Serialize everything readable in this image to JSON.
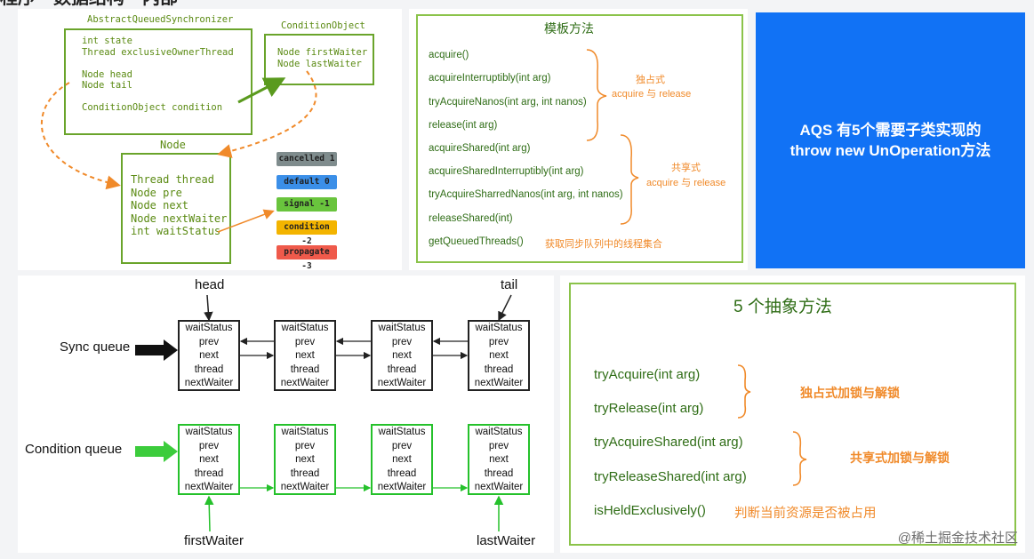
{
  "page_heading": "程序—数据结构—内部",
  "class_diagram": {
    "aqs": {
      "title": "AbstractQueuedSynchronizer",
      "fields": "int state\nThread exclusiveOwnerThread\n\nNode head\nNode tail\n\nConditionObject condition"
    },
    "condition_object": {
      "title": "ConditionObject",
      "fields": "Node firstWaiter\nNode lastWaiter"
    },
    "node": {
      "title": "Node",
      "fields": "Thread thread\nNode pre\nNode next\nNode nextWaiter\nint waitStatus"
    },
    "statuses": [
      {
        "label": "cancelled 1",
        "color": "#7f8c8d"
      },
      {
        "label": "default 0",
        "color": "#3b8fe8"
      },
      {
        "label": "signal -1",
        "color": "#69c43d"
      },
      {
        "label": "condition -2",
        "color": "#f3b400"
      },
      {
        "label": "propagate -3",
        "color": "#ef5a4b"
      }
    ]
  },
  "template_methods": {
    "title": "模板方法",
    "methods": [
      "acquire()",
      "acquireInterruptibly(int arg)",
      "tryAcquireNanos(int arg, int nanos)",
      "release(int arg)",
      "acquireShared(int arg)",
      "acquireSharedInterruptibly(int arg)",
      "tryAcquireSharredNanos(int arg, int nanos)",
      "releaseShared(int)",
      "getQueuedThreads()"
    ],
    "exclusive_label": "独占式",
    "exclusive_sub": "acquire 与 release",
    "shared_label": "共享式",
    "shared_sub": "acquire 与 release",
    "queued_threads_note": "获取同步队列中的线程集合"
  },
  "blue_card": {
    "line1": "AQS 有5个需要子类实现的",
    "line2": "throw new UnOperation方法"
  },
  "queues": {
    "head_label": "head",
    "tail_label": "tail",
    "sync_label": "Sync queue",
    "condition_label": "Condition queue",
    "first_waiter_label": "firstWaiter",
    "last_waiter_label": "lastWaiter",
    "node_fields": [
      "waitStatus",
      "prev",
      "next",
      "thread",
      "nextWaiter"
    ],
    "sync_nodes": 4,
    "condition_nodes": 4
  },
  "abstract_methods": {
    "title": "5 个抽象方法",
    "methods": [
      "tryAcquire(int arg)",
      "tryRelease(int arg)",
      "tryAcquireShared(int arg)",
      "tryReleaseShared(int arg)",
      "isHeldExclusively()"
    ],
    "exclusive_note": "独占式加锁与解锁",
    "shared_note": "共享式加锁与解锁",
    "held_note": "判断当前资源是否被占用"
  },
  "watermark": "@稀土掘金技术社区"
}
